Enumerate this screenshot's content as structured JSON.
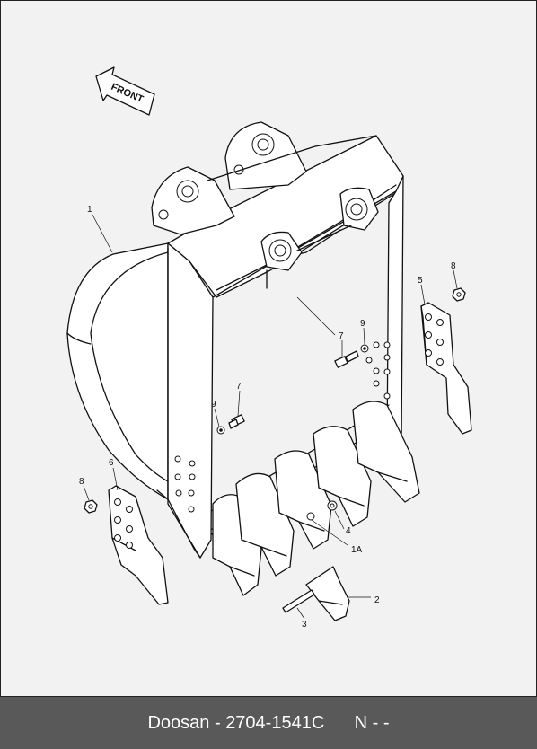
{
  "diagram": {
    "direction_label": "FRONT",
    "callouts": [
      "1",
      "1A",
      "2",
      "3",
      "4",
      "5",
      "6",
      "7",
      "7",
      "8",
      "8",
      "9",
      "9"
    ]
  },
  "footer": {
    "brand": "Doosan",
    "separator": " - ",
    "part_number": "2704-1541C",
    "status": "N - -"
  }
}
